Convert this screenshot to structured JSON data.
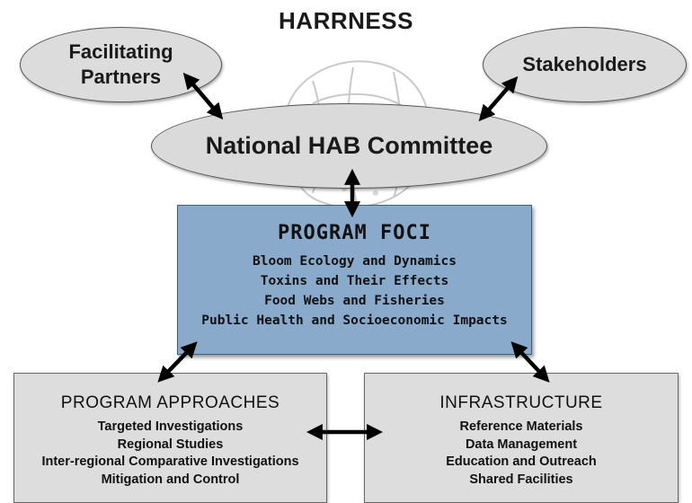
{
  "title": "HARRNESS",
  "ellipses": {
    "facilitating_partners": "Facilitating\nPartners",
    "stakeholders": "Stakeholders",
    "national_committee": "National HAB Committee"
  },
  "program_foci": {
    "title": "PROGRAM FOCI",
    "items": [
      "Bloom Ecology and Dynamics",
      "Toxins and Their Effects",
      "Food Webs and Fisheries",
      "Public Health and Socioeconomic Impacts"
    ],
    "fill_color": "#8aaacb"
  },
  "program_approaches": {
    "title": "PROGRAM APPROACHES",
    "items": [
      "Targeted Investigations",
      "Regional Studies",
      "Inter-regional Comparative Investigations",
      "Mitigation and Control"
    ]
  },
  "infrastructure": {
    "title": "INFRASTRUCTURE",
    "items": [
      "Reference Materials",
      "Data Management",
      "Education and Outreach",
      "Shared Facilities"
    ]
  },
  "colors": {
    "ellipse_fill": "#dcdcdc",
    "box_fill": "#dddddd",
    "arrow": "#000000"
  },
  "icons": {
    "watermark": "dinoflagellate-watermark-icon",
    "arrow": "double-headed-arrow-icon"
  }
}
